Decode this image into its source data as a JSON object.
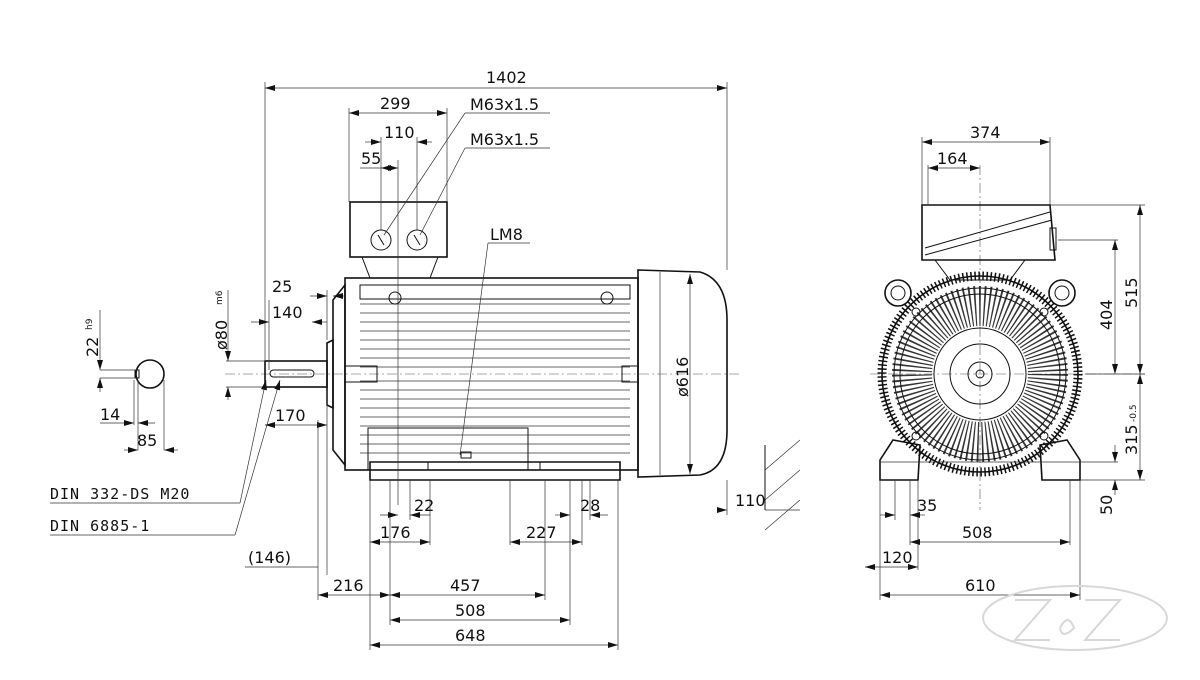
{
  "drawing": {
    "overall_length": "1402",
    "terminal_box": {
      "width": "299",
      "gland_pitch": "110",
      "gland_offset": "55",
      "gland_1": "M63x1.5",
      "gland_2": "M63x1.5"
    },
    "earth_terminal": "LM8",
    "shaft": {
      "shoulder": "25",
      "key_length": "140",
      "diameter": "ø80",
      "diameter_tol": "m6",
      "length": "170"
    },
    "key_section": {
      "key_width": "22",
      "key_width_tol": "h9",
      "key_depth": "14",
      "height": "85"
    },
    "notes": {
      "center_hole": "DIN 332-DS M20",
      "key_standard": "DIN 6885-1"
    },
    "side_view": {
      "ref_146": "(146)",
      "c_216": "216",
      "b_457": "457",
      "b_508": "508",
      "foot_648": "648",
      "foot_176": "176",
      "hole_22": "22",
      "foot_227": "227",
      "hole_28": "28",
      "clearance_110": "110",
      "frame_diameter": "ø616"
    },
    "end_view": {
      "box_width": "374",
      "box_offset": "164",
      "total_height": "515",
      "box_height": "404",
      "shaft_height": "315",
      "shaft_height_tol": "-0.5",
      "foot_height": "50",
      "foot_35": "35",
      "a_508": "508",
      "foot_120": "120",
      "width_610": "610"
    },
    "watermark": "Z&Z"
  }
}
